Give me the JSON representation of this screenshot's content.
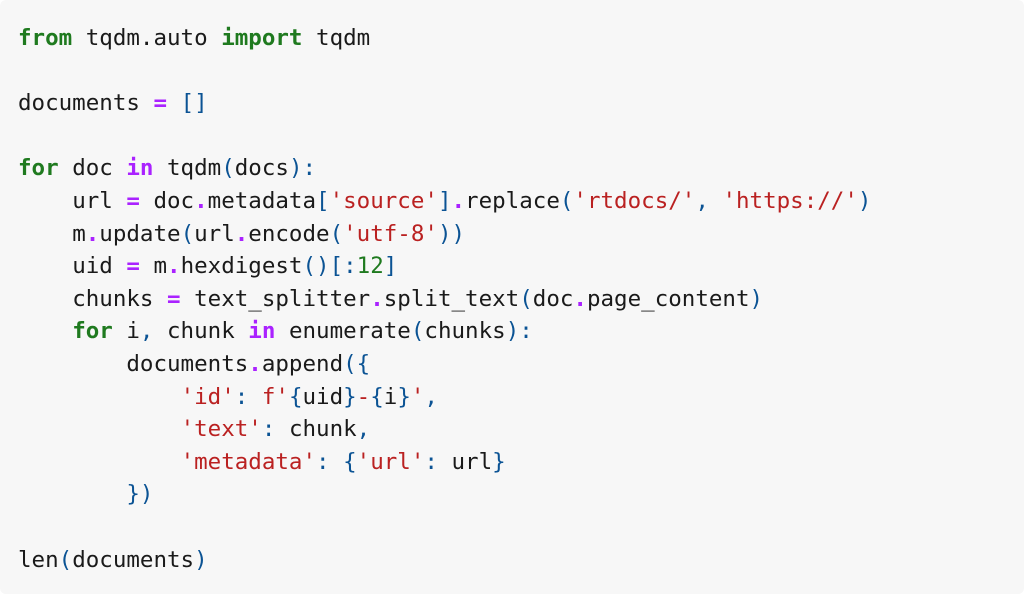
{
  "colors": {
    "background": "#f7f7f7",
    "keyword": "#1f7a1f",
    "operator": "#aa22ff",
    "string": "#ba2121",
    "number": "#1f7a1f",
    "punctuation": "#0b5394",
    "text": "#1a1a1a"
  },
  "code_lines": [
    [
      [
        "kw",
        "from"
      ],
      [
        "ws",
        " "
      ],
      [
        "name",
        "tqdm.auto"
      ],
      [
        "ws",
        " "
      ],
      [
        "kw",
        "import"
      ],
      [
        "ws",
        " "
      ],
      [
        "name",
        "tqdm"
      ]
    ],
    [],
    [
      [
        "name",
        "documents"
      ],
      [
        "ws",
        " "
      ],
      [
        "op",
        "="
      ],
      [
        "ws",
        " "
      ],
      [
        "punc",
        "[]"
      ]
    ],
    [],
    [
      [
        "kw",
        "for"
      ],
      [
        "ws",
        " "
      ],
      [
        "name",
        "doc"
      ],
      [
        "ws",
        " "
      ],
      [
        "op",
        "in"
      ],
      [
        "ws",
        " "
      ],
      [
        "name",
        "tqdm"
      ],
      [
        "punc",
        "("
      ],
      [
        "name",
        "docs"
      ],
      [
        "punc",
        ")"
      ],
      [
        "punc",
        ":"
      ]
    ],
    [
      [
        "ws",
        "    "
      ],
      [
        "name",
        "url"
      ],
      [
        "ws",
        " "
      ],
      [
        "op",
        "="
      ],
      [
        "ws",
        " "
      ],
      [
        "name",
        "doc"
      ],
      [
        "op",
        "."
      ],
      [
        "name",
        "metadata"
      ],
      [
        "punc",
        "["
      ],
      [
        "str",
        "'source'"
      ],
      [
        "punc",
        "]"
      ],
      [
        "op",
        "."
      ],
      [
        "name",
        "replace"
      ],
      [
        "punc",
        "("
      ],
      [
        "str",
        "'rtdocs/'"
      ],
      [
        "punc",
        ","
      ],
      [
        "ws",
        " "
      ],
      [
        "str",
        "'https://'"
      ],
      [
        "punc",
        ")"
      ]
    ],
    [
      [
        "ws",
        "    "
      ],
      [
        "name",
        "m"
      ],
      [
        "op",
        "."
      ],
      [
        "name",
        "update"
      ],
      [
        "punc",
        "("
      ],
      [
        "name",
        "url"
      ],
      [
        "op",
        "."
      ],
      [
        "name",
        "encode"
      ],
      [
        "punc",
        "("
      ],
      [
        "str",
        "'utf-8'"
      ],
      [
        "punc",
        "))"
      ]
    ],
    [
      [
        "ws",
        "    "
      ],
      [
        "name",
        "uid"
      ],
      [
        "ws",
        " "
      ],
      [
        "op",
        "="
      ],
      [
        "ws",
        " "
      ],
      [
        "name",
        "m"
      ],
      [
        "op",
        "."
      ],
      [
        "name",
        "hexdigest"
      ],
      [
        "punc",
        "()[:"
      ],
      [
        "num",
        "12"
      ],
      [
        "punc",
        "]"
      ]
    ],
    [
      [
        "ws",
        "    "
      ],
      [
        "name",
        "chunks"
      ],
      [
        "ws",
        " "
      ],
      [
        "op",
        "="
      ],
      [
        "ws",
        " "
      ],
      [
        "name",
        "text_splitter"
      ],
      [
        "op",
        "."
      ],
      [
        "name",
        "split_text"
      ],
      [
        "punc",
        "("
      ],
      [
        "name",
        "doc"
      ],
      [
        "op",
        "."
      ],
      [
        "name",
        "page_content"
      ],
      [
        "punc",
        ")"
      ]
    ],
    [
      [
        "ws",
        "    "
      ],
      [
        "kw",
        "for"
      ],
      [
        "ws",
        " "
      ],
      [
        "name",
        "i"
      ],
      [
        "punc",
        ","
      ],
      [
        "ws",
        " "
      ],
      [
        "name",
        "chunk"
      ],
      [
        "ws",
        " "
      ],
      [
        "op",
        "in"
      ],
      [
        "ws",
        " "
      ],
      [
        "name",
        "enumerate"
      ],
      [
        "punc",
        "("
      ],
      [
        "name",
        "chunks"
      ],
      [
        "punc",
        "):"
      ]
    ],
    [
      [
        "ws",
        "        "
      ],
      [
        "name",
        "documents"
      ],
      [
        "op",
        "."
      ],
      [
        "name",
        "append"
      ],
      [
        "punc",
        "({"
      ]
    ],
    [
      [
        "ws",
        "            "
      ],
      [
        "str",
        "'id'"
      ],
      [
        "punc",
        ":"
      ],
      [
        "ws",
        " "
      ],
      [
        "str",
        "f'"
      ],
      [
        "punc",
        "{"
      ],
      [
        "name",
        "uid"
      ],
      [
        "punc",
        "}"
      ],
      [
        "str",
        "-"
      ],
      [
        "punc",
        "{"
      ],
      [
        "name",
        "i"
      ],
      [
        "punc",
        "}"
      ],
      [
        "str",
        "'"
      ],
      [
        "punc",
        ","
      ]
    ],
    [
      [
        "ws",
        "            "
      ],
      [
        "str",
        "'text'"
      ],
      [
        "punc",
        ":"
      ],
      [
        "ws",
        " "
      ],
      [
        "name",
        "chunk"
      ],
      [
        "punc",
        ","
      ]
    ],
    [
      [
        "ws",
        "            "
      ],
      [
        "str",
        "'metadata'"
      ],
      [
        "punc",
        ":"
      ],
      [
        "ws",
        " "
      ],
      [
        "punc",
        "{"
      ],
      [
        "str",
        "'url'"
      ],
      [
        "punc",
        ":"
      ],
      [
        "ws",
        " "
      ],
      [
        "name",
        "url"
      ],
      [
        "punc",
        "}"
      ]
    ],
    [
      [
        "ws",
        "        "
      ],
      [
        "punc",
        "})"
      ]
    ],
    [],
    [
      [
        "name",
        "len"
      ],
      [
        "punc",
        "("
      ],
      [
        "name",
        "documents"
      ],
      [
        "punc",
        ")"
      ]
    ]
  ]
}
